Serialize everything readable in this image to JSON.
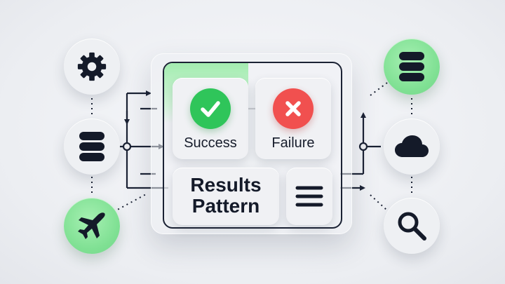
{
  "cards": {
    "success_label": "Success",
    "failure_label": "Failure",
    "results_line1": "Results",
    "results_line2": "Pattern"
  },
  "icons": {
    "left_nodes": [
      "gear-icon",
      "database-icon",
      "airplane-icon"
    ],
    "right_nodes": [
      "database-icon",
      "cloud-icon",
      "search-icon"
    ],
    "success_badge": "check-icon",
    "failure_badge": "x-icon",
    "menu": "list-icon"
  },
  "colors": {
    "ink": "#1b2234",
    "success": "#2fc55a",
    "failure": "#f1504f",
    "accent_green": "#7fe093"
  }
}
